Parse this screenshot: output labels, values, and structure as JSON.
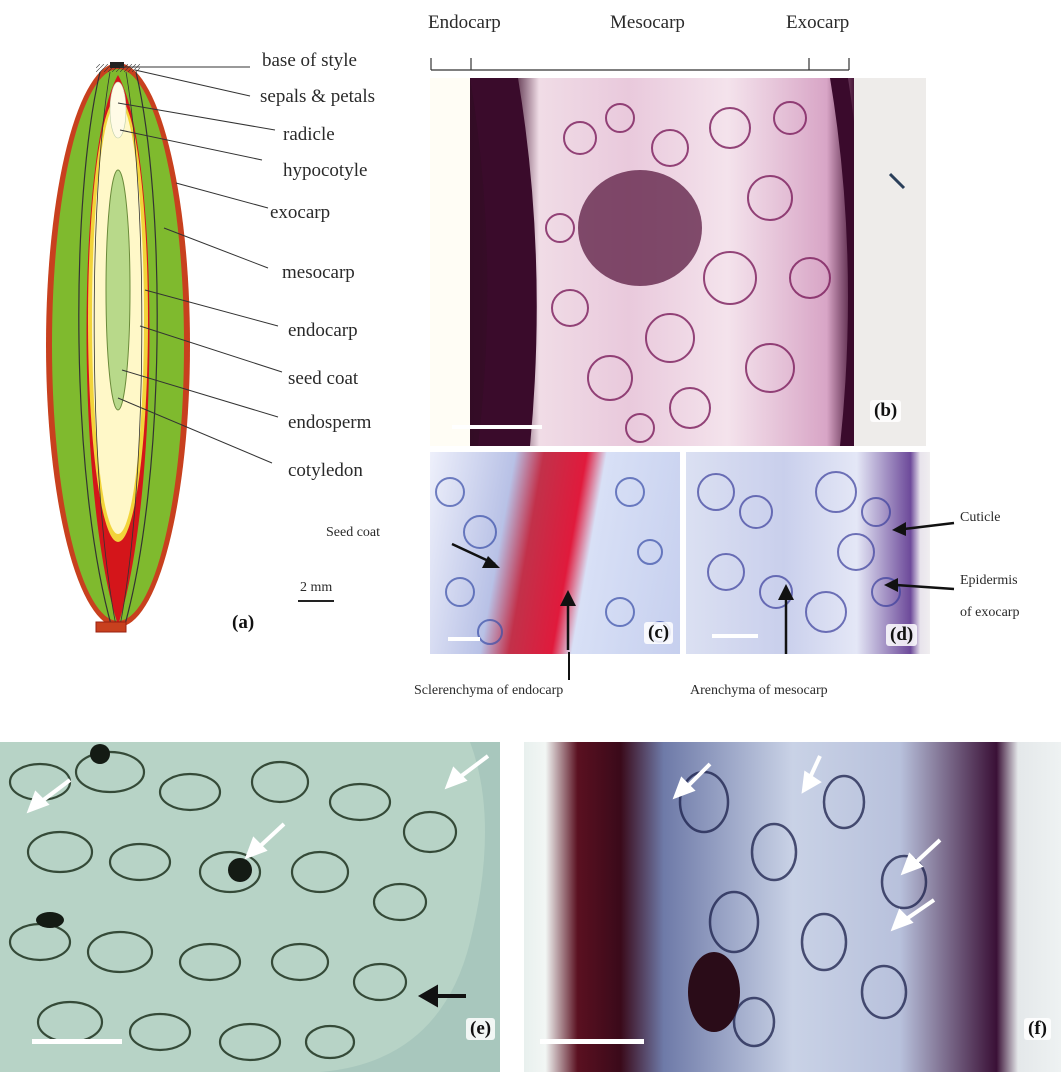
{
  "panel_a": {
    "letter": "(a)",
    "scale": "2 mm",
    "labels": [
      "base of style",
      "sepals & petals",
      "radicle",
      "hypocotyle",
      "exocarp",
      "mesocarp",
      "endocarp",
      "seed coat",
      "endosperm",
      "cotyledon"
    ],
    "colors": {
      "exocarp": "#c8401e",
      "mesocarp": "#7fba2e",
      "endocarp": "#d4151a",
      "seed_coat": "#f2d43a",
      "endosperm": "#fff8c8",
      "cotyledon": "#b8d98a"
    }
  },
  "panel_b": {
    "letter": "(b)",
    "headers": [
      "Endocarp",
      "Mesocarp",
      "Exocarp"
    ]
  },
  "panel_c": {
    "letter": "(c)",
    "seed_coat_label": "Seed coat",
    "sclerenchyma_label": "Sclerenchyma of endocarp"
  },
  "panel_d": {
    "letter": "(d)",
    "cuticle_label": "Cuticle",
    "epidermis_label_1": "Epidermis",
    "epidermis_label_2": "of exocarp",
    "arenchyma_label": "Arenchyma of mesocarp"
  },
  "panel_e": {
    "letter": "(e)"
  },
  "panel_f": {
    "letter": "(f)"
  }
}
